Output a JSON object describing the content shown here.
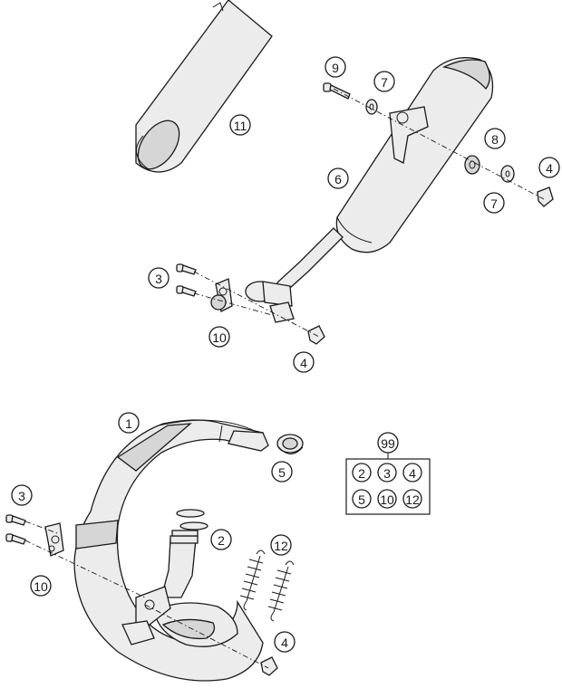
{
  "callouts": {
    "c11": "11",
    "c9": "9",
    "c7a": "7",
    "c8": "8",
    "c4a": "4",
    "c7b": "7",
    "c6": "6",
    "c3a": "3",
    "c10a": "10",
    "c4b": "4",
    "c1": "1",
    "c5": "5",
    "c2": "2",
    "c12": "12",
    "c3b": "3",
    "c10b": "10",
    "c4c": "4"
  },
  "kit": {
    "header": "99",
    "items": [
      "2",
      "3",
      "4",
      "5",
      "10",
      "12"
    ]
  }
}
